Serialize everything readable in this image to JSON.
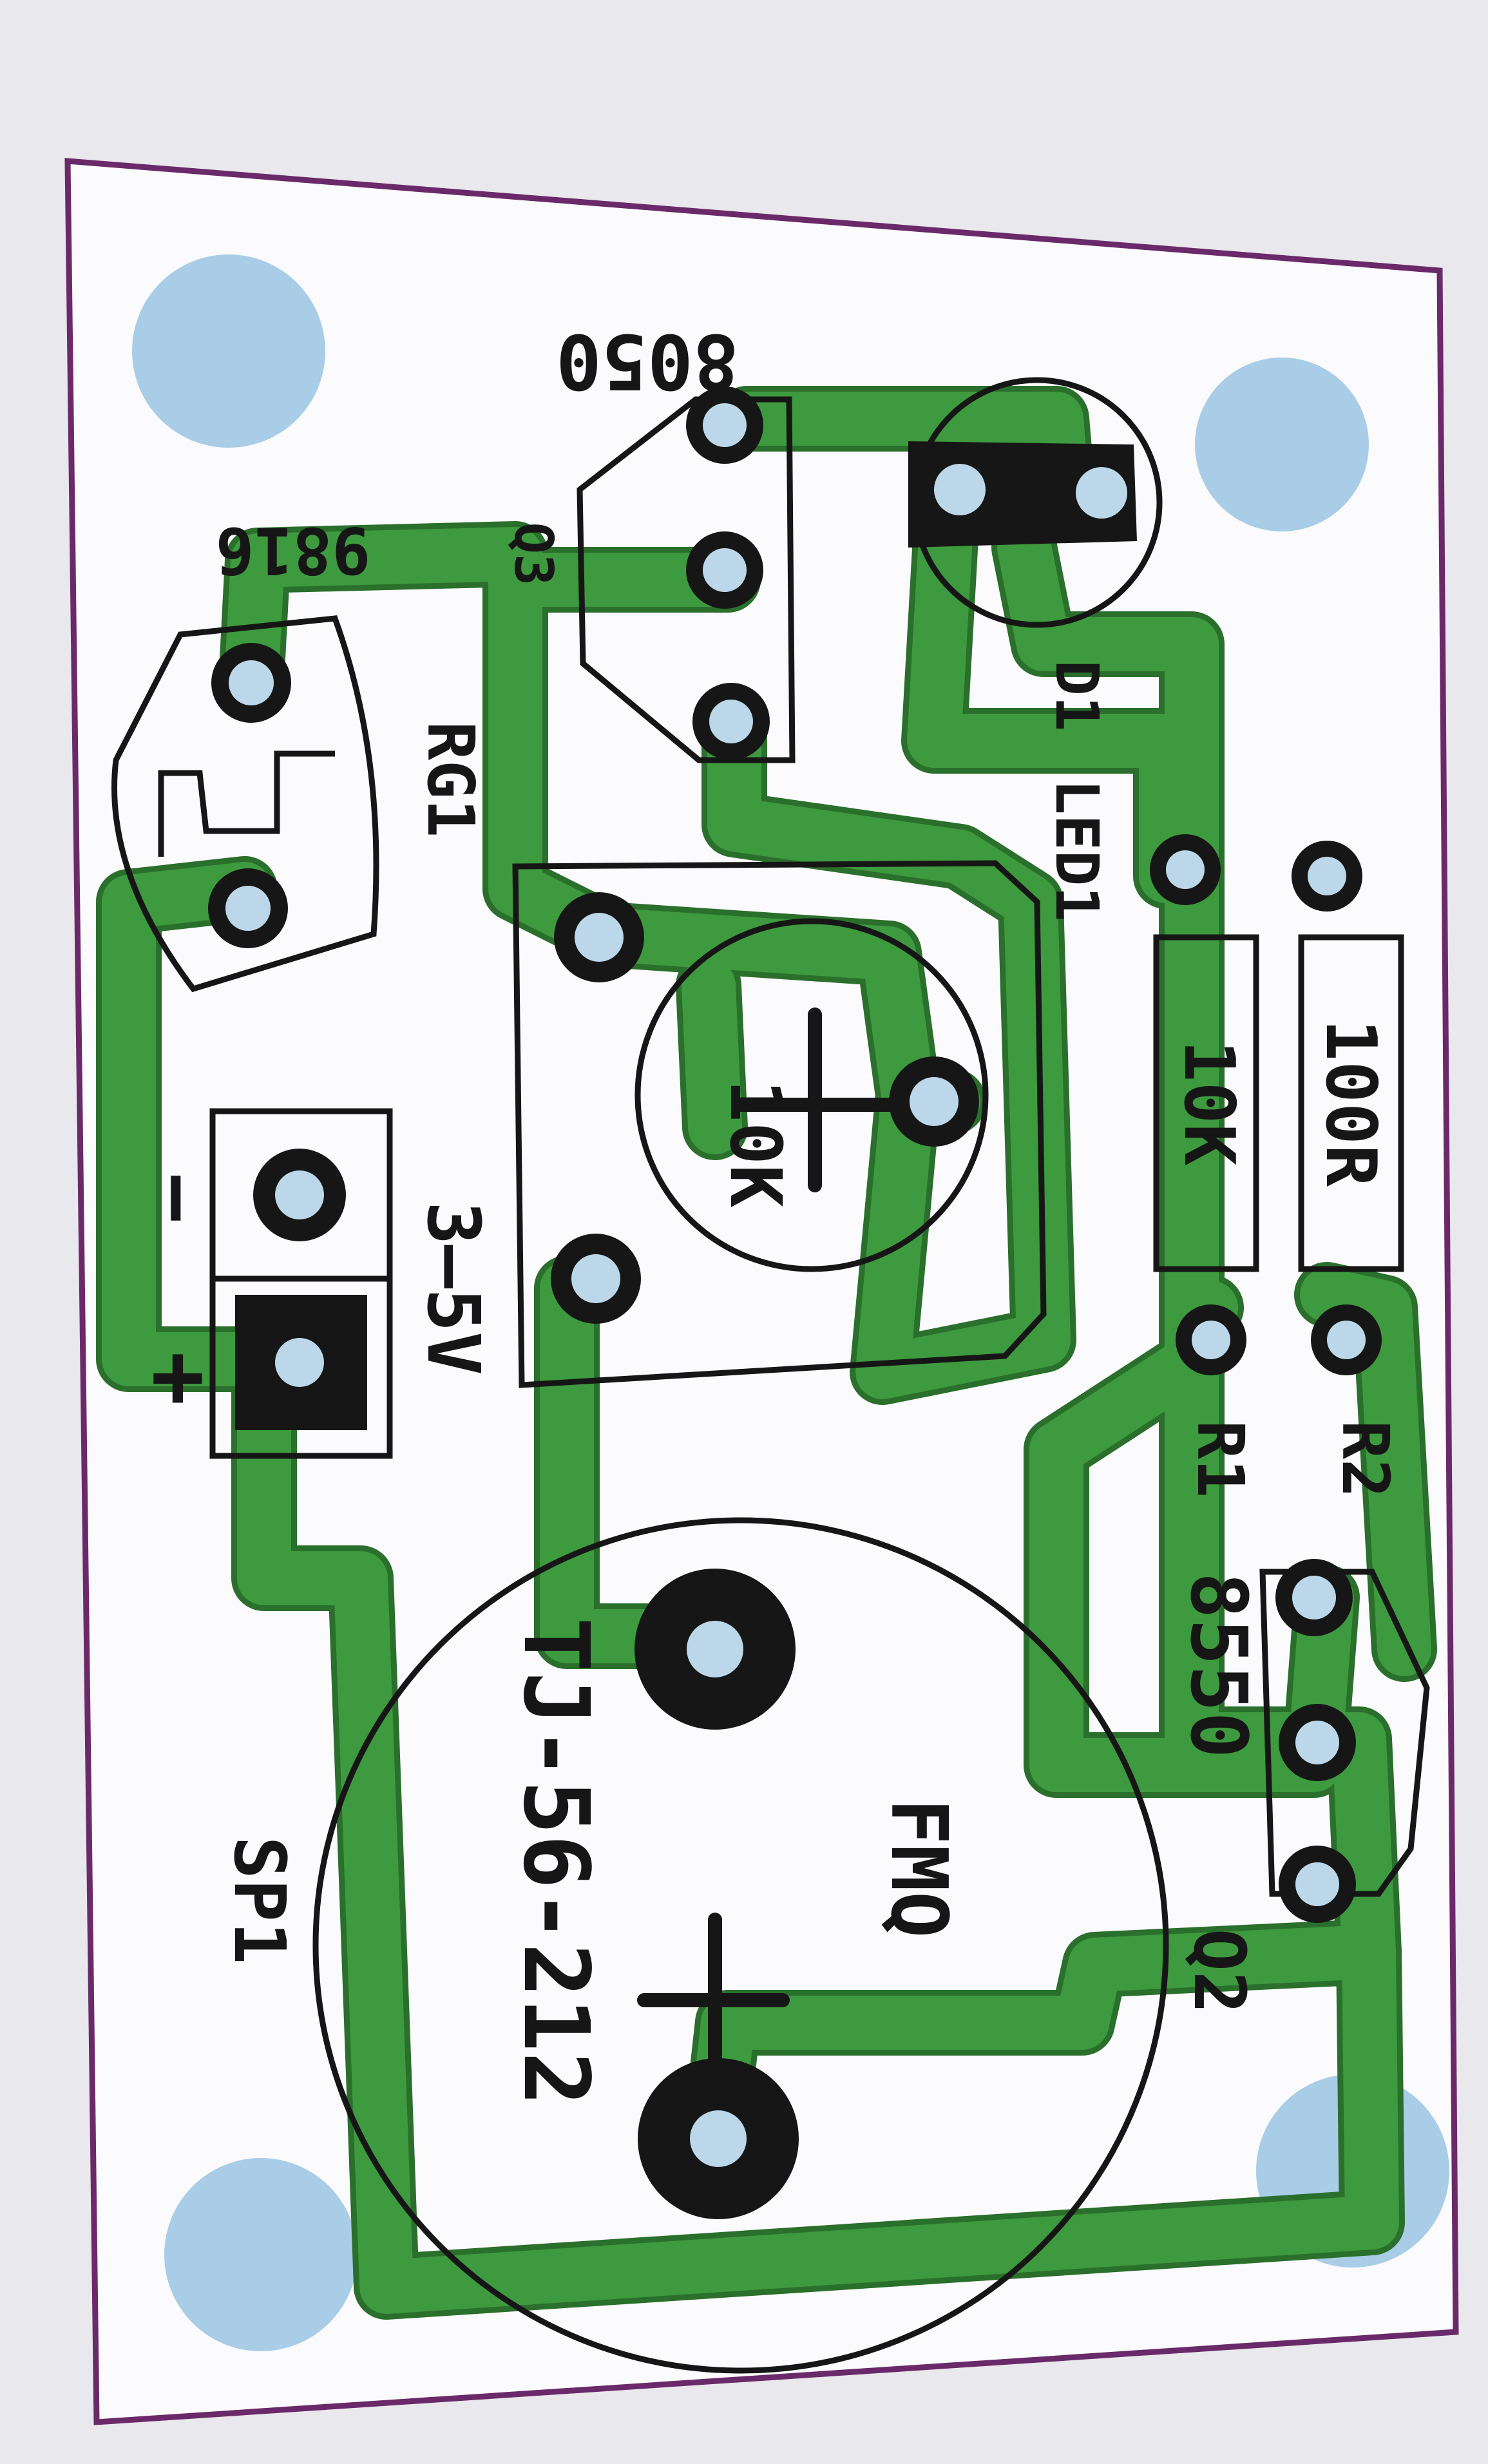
{
  "labels": {
    "q3_part": "8050",
    "q3_ref": "Q3",
    "gr_part": "9816",
    "rg1": "RG1",
    "d1": "D1",
    "led1": "LED1",
    "r1_value": "10K",
    "r2_value": "100R",
    "r1_ref": "R1",
    "r2_ref": "R2",
    "q2_part": "8550",
    "q2_ref": "Q2",
    "pot_value": "10K",
    "minus": "−",
    "plus": "+",
    "voltage": "3–5V",
    "buzzer_part": "TJ-56-212",
    "fmq": "FMQ",
    "sp1": "SP1"
  },
  "colors": {
    "board": "#fbfafc",
    "outline": "#6a2a6a",
    "trace": "#3e9a3e",
    "trace_edge": "#2a6f2c",
    "silkscreen": "#161616",
    "mounting_hole": "#a9cde6",
    "pad_hole": "#bcd7ea"
  }
}
